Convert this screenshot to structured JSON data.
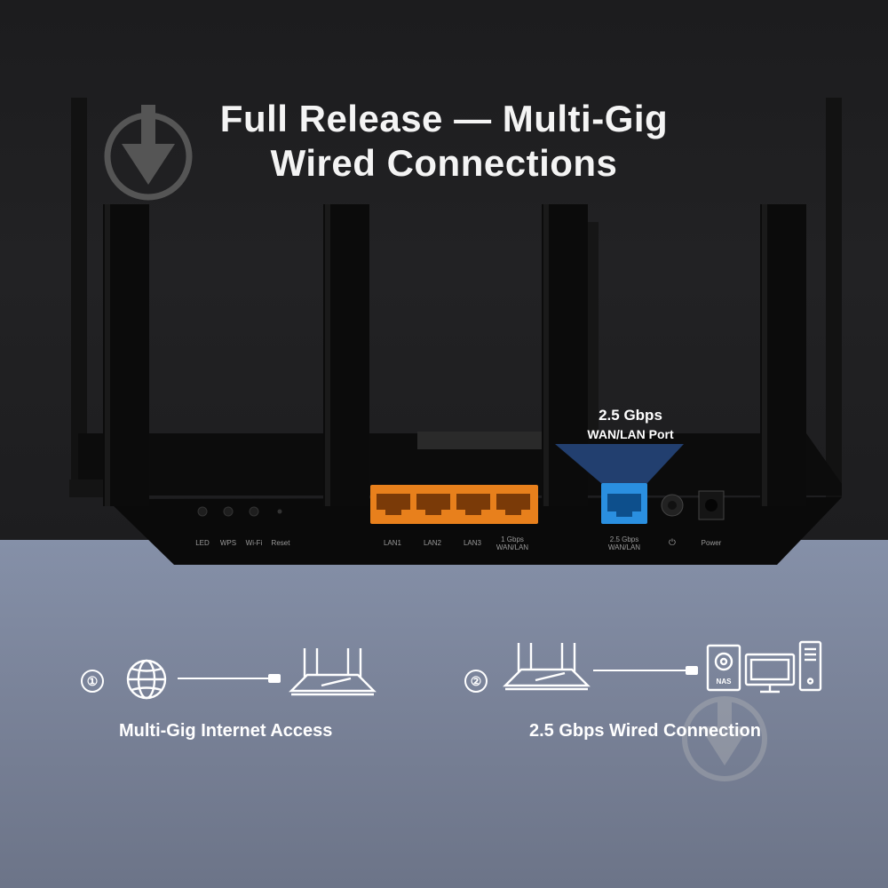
{
  "title": {
    "line1": "Full Release  — Multi-Gig",
    "line2": "Wired Connections"
  },
  "callout": {
    "speed": "2.5 Gbps",
    "port": "WAN/LAN Port"
  },
  "router_labels": {
    "led": "LED",
    "wps": "WPS",
    "wifi": "Wi-Fi",
    "reset": "Reset",
    "lan1": "LAN1",
    "lan2": "LAN2",
    "lan3": "LAN3",
    "gbps1_a": "1 Gbps",
    "gbps1_b": "WAN/LAN",
    "gbps25_a": "2.5 Gbps",
    "gbps25_b": "WAN/LAN",
    "power_icon": "⏻",
    "power": "Power"
  },
  "scenarios": [
    {
      "number": "①",
      "caption": "Multi-Gig Internet Access"
    },
    {
      "number": "②",
      "caption": "2.5 Gbps Wired Connection"
    }
  ],
  "nas_label": "NAS",
  "colors": {
    "lan_orange": "#e8801c",
    "wan_blue": "#2a8fe0",
    "beam": "#3d7fe8"
  },
  "icons": [
    "download-watermark-icon",
    "globe-icon",
    "router-icon",
    "nas-icon",
    "monitor-icon",
    "pc-tower-icon"
  ]
}
